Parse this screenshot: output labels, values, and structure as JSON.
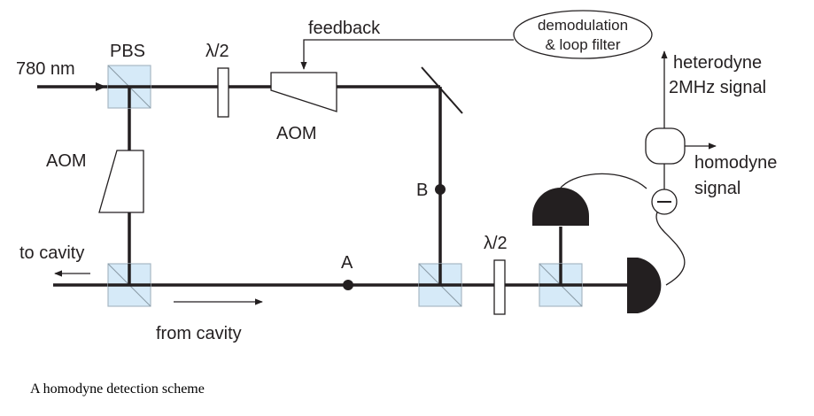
{
  "labels": {
    "wavelength": "780 nm",
    "pbs": "PBS",
    "halfwave_top": "λ/2",
    "halfwave_bottom": "λ/2",
    "feedback": "feedback",
    "aom_top": "AOM",
    "aom_left": "AOM",
    "demod_line1": "demodulation",
    "demod_line2": "& loop filter",
    "heterodyne_line1": "heterodyne",
    "heterodyne_line2": "2MHz signal",
    "homodyne_line1": "homodyne",
    "homodyne_line2": "signal",
    "point_a": "A",
    "point_b": "B",
    "to_cavity": "to cavity",
    "from_cavity": "from cavity"
  },
  "caption": "A homodyne detection scheme",
  "colors": {
    "beam": "#231f20",
    "beamsplitter_fill": "#d6eaf8",
    "beamsplitter_edge": "#a8b8c4",
    "detector": "#231f20"
  }
}
